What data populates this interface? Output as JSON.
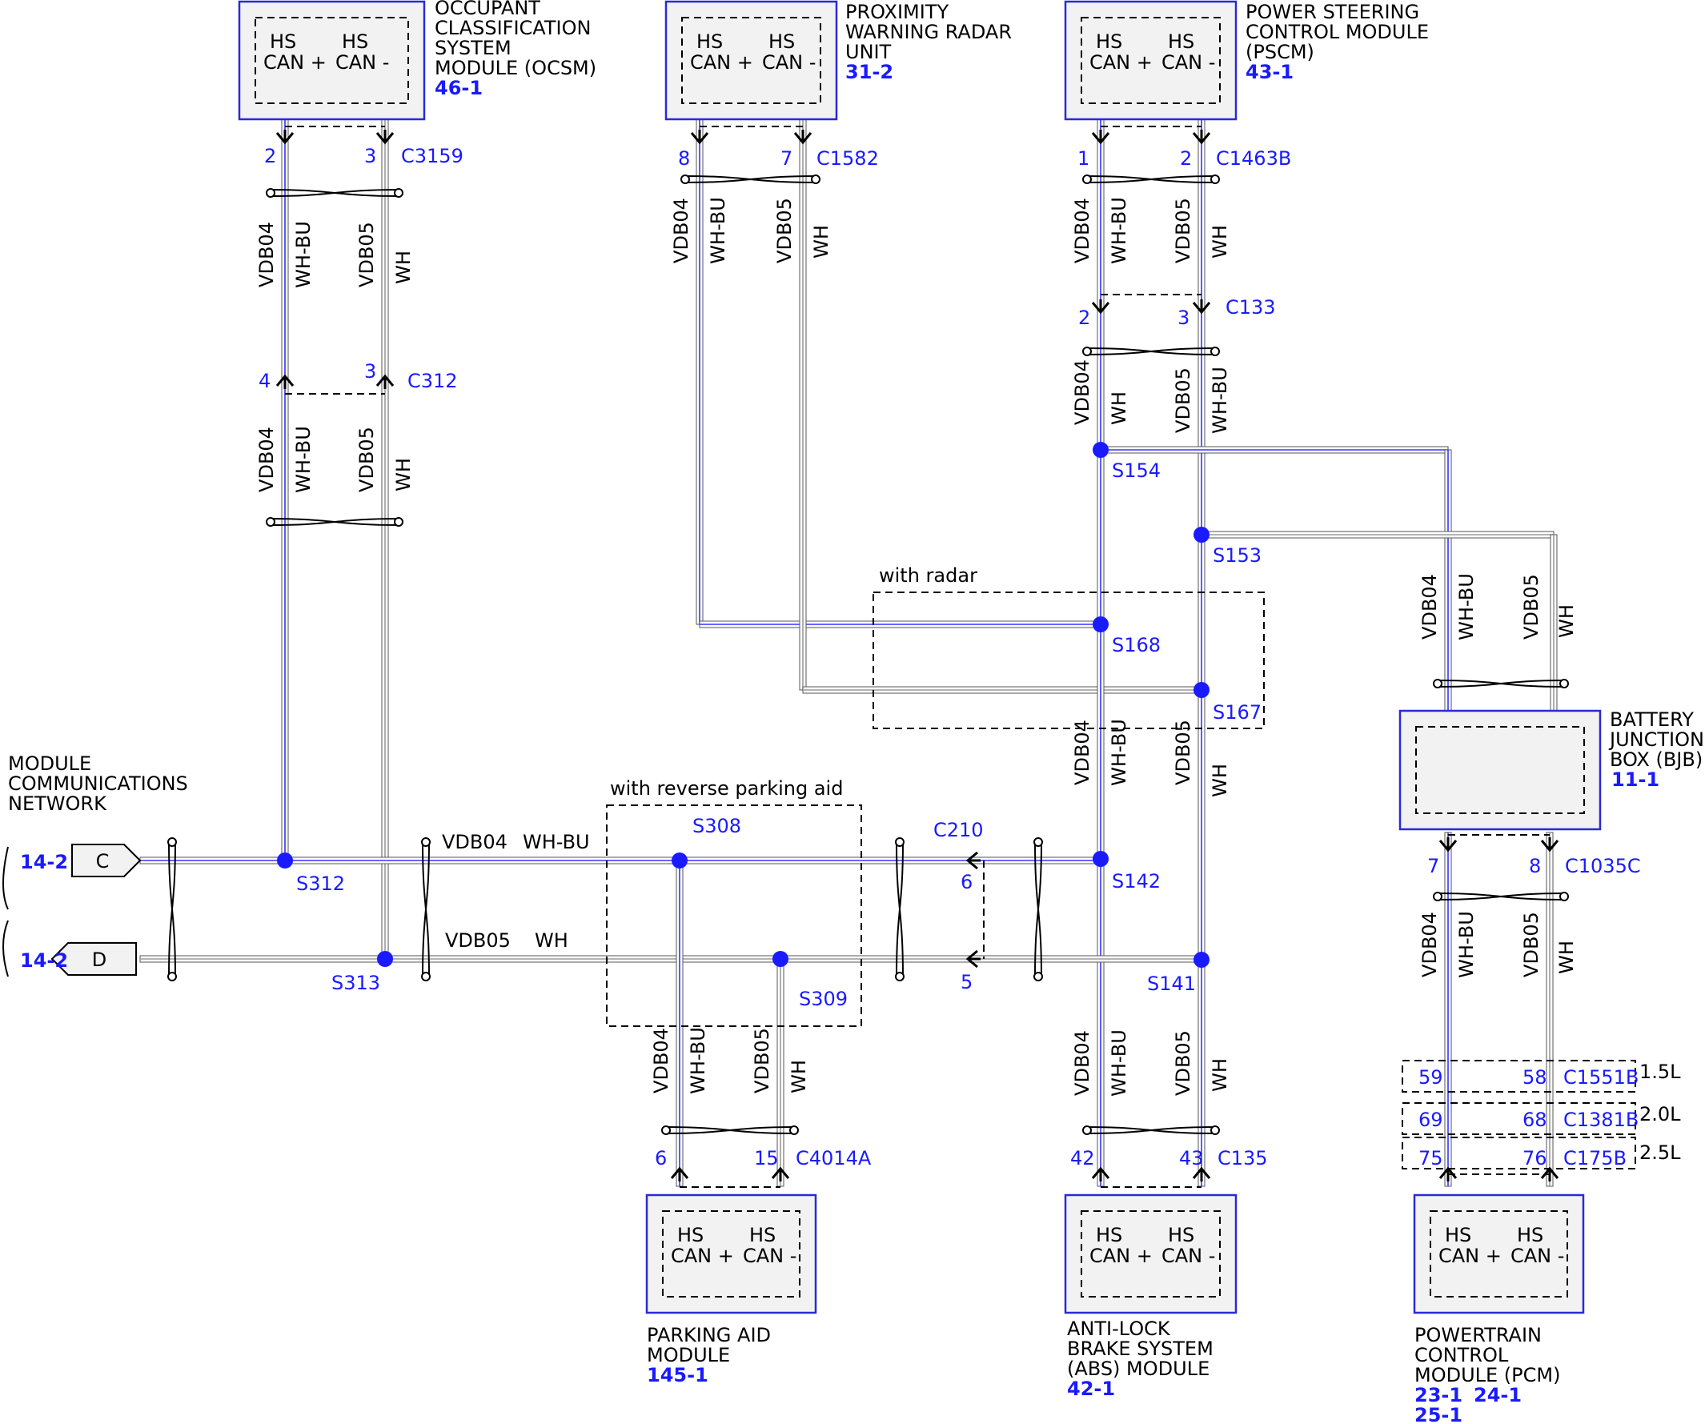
{
  "colors": {
    "signal": "#1a1aff",
    "wire_blue": "#3333ff",
    "wire_gray": "#9a9a9a",
    "module_border": "#2a2ad6",
    "module_fill": "#f2f2f2"
  },
  "modules": [
    {
      "id": "ocsm",
      "title_lines": [
        "OCCUPANT",
        "CLASSIFICATION",
        "SYSTEM",
        "MODULE (OCSM)"
      ],
      "refs": [
        "46-1"
      ],
      "pin_labels": [
        "HS",
        "CAN +",
        "HS",
        "CAN -"
      ]
    },
    {
      "id": "radar",
      "title_lines": [
        "PROXIMITY",
        "WARNING RADAR",
        "UNIT"
      ],
      "refs": [
        "31-2"
      ],
      "pin_labels": [
        "HS",
        "CAN +",
        "HS",
        "CAN -"
      ]
    },
    {
      "id": "pscm",
      "title_lines": [
        "POWER STEERING",
        "CONTROL MODULE",
        "(PSCM)"
      ],
      "refs": [
        "43-1"
      ],
      "pin_labels": [
        "HS",
        "CAN +",
        "HS",
        "CAN -"
      ]
    },
    {
      "id": "bjb",
      "title_lines": [
        "BATTERY",
        "JUNCTION",
        "BOX (BJB)"
      ],
      "refs": [
        "11-1"
      ],
      "pin_labels": []
    },
    {
      "id": "pam",
      "title_lines": [
        "PARKING AID",
        "MODULE"
      ],
      "refs": [
        "145-1"
      ],
      "pin_labels": [
        "HS",
        "CAN +",
        "HS",
        "CAN -"
      ]
    },
    {
      "id": "abs",
      "title_lines": [
        "ANTI-LOCK",
        "BRAKE SYSTEM",
        "(ABS) MODULE"
      ],
      "refs": [
        "42-1"
      ],
      "pin_labels": [
        "HS",
        "CAN +",
        "HS",
        "CAN -"
      ]
    },
    {
      "id": "pcm",
      "title_lines": [
        "POWERTRAIN",
        "CONTROL",
        "MODULE (PCM)"
      ],
      "refs": [
        "23-1",
        "24-1",
        "25-1"
      ],
      "pin_labels": [
        "HS",
        "CAN +",
        "HS",
        "CAN -"
      ]
    }
  ],
  "network": {
    "title_lines": [
      "MODULE",
      "COMMUNICATIONS",
      "NETWORK"
    ],
    "connectors": [
      {
        "ref": "14-2",
        "letter": "C"
      },
      {
        "ref": "14-2",
        "letter": "D"
      }
    ]
  },
  "connectors": {
    "c3159": {
      "name": "C3159",
      "pins": [
        "2",
        "3"
      ]
    },
    "c1582": {
      "name": "C1582",
      "pins": [
        "8",
        "7"
      ]
    },
    "c1463b": {
      "name": "C1463B",
      "pins": [
        "1",
        "2"
      ]
    },
    "c133": {
      "name": "C133",
      "pins": [
        "2",
        "3"
      ]
    },
    "c312": {
      "name": "C312",
      "pins": [
        "4",
        "3"
      ]
    },
    "c210": {
      "name": "C210",
      "pins": [
        "6",
        "5"
      ]
    },
    "c1035c": {
      "name": "C1035C",
      "pins": [
        "7",
        "8"
      ]
    },
    "c4014a": {
      "name": "C4014A",
      "pins": [
        "6",
        "15"
      ]
    },
    "c135": {
      "name": "C135",
      "pins": [
        "42",
        "43"
      ]
    },
    "c1551b": {
      "name": "C1551B",
      "pins": [
        "59",
        "58"
      ],
      "engine": "1.5L"
    },
    "c1381b": {
      "name": "C1381B",
      "pins": [
        "69",
        "68"
      ],
      "engine": "2.0L"
    },
    "c175b": {
      "name": "C175B",
      "pins": [
        "75",
        "76"
      ],
      "engine": "2.5L"
    }
  },
  "splices": [
    "S312",
    "S313",
    "S308",
    "S309",
    "S154",
    "S153",
    "S168",
    "S167",
    "S142",
    "S141"
  ],
  "wires": {
    "pos_circuit": "VDB04",
    "pos_color": "WH-BU",
    "neg_circuit": "VDB05",
    "neg_color": "WH",
    "pos_color_after_c133": "WH",
    "neg_color_after_c133": "WH-BU"
  },
  "options": {
    "radar": "with radar",
    "parking": "with reverse parking aid"
  }
}
